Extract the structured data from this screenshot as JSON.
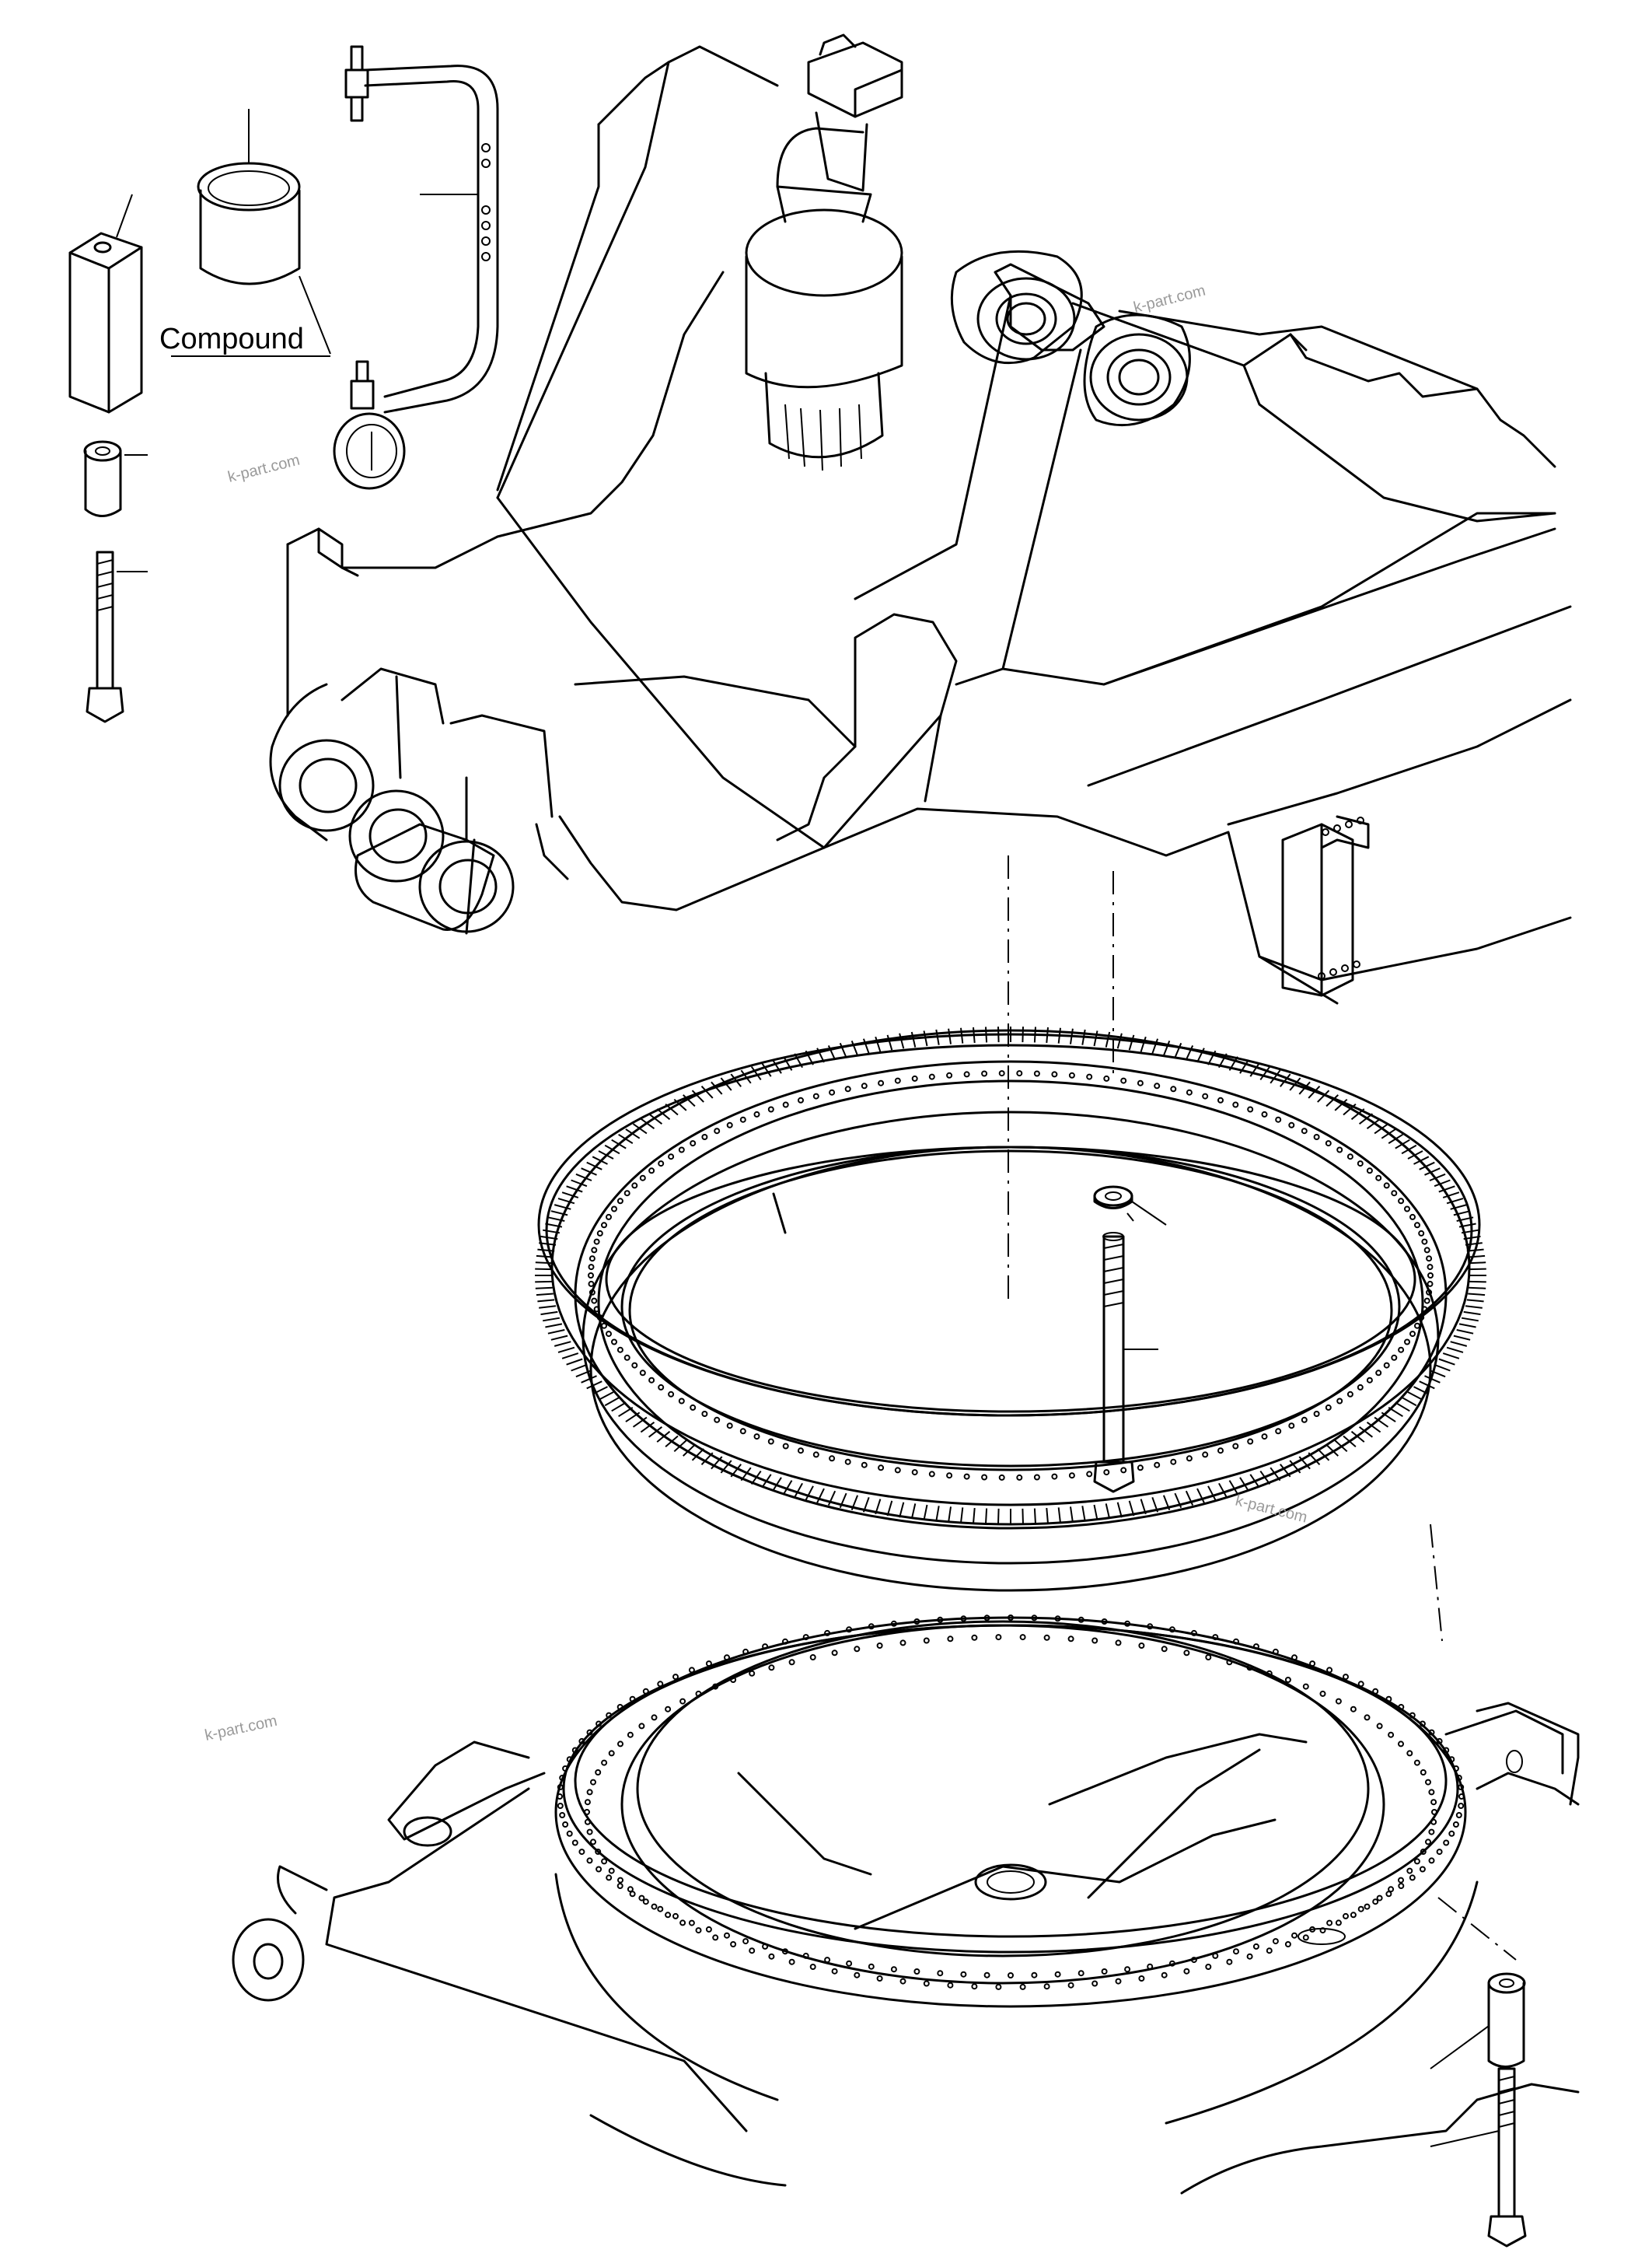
{
  "labels": {
    "compound": "Compound"
  },
  "watermarks": {
    "wm1": "k-part.com",
    "wm2": "k-part.com",
    "wm3": "k-part.com",
    "wm4": "k-part.com"
  },
  "colors": {
    "line": "#000000",
    "background": "#ffffff",
    "watermark": "#9a9a9a"
  }
}
